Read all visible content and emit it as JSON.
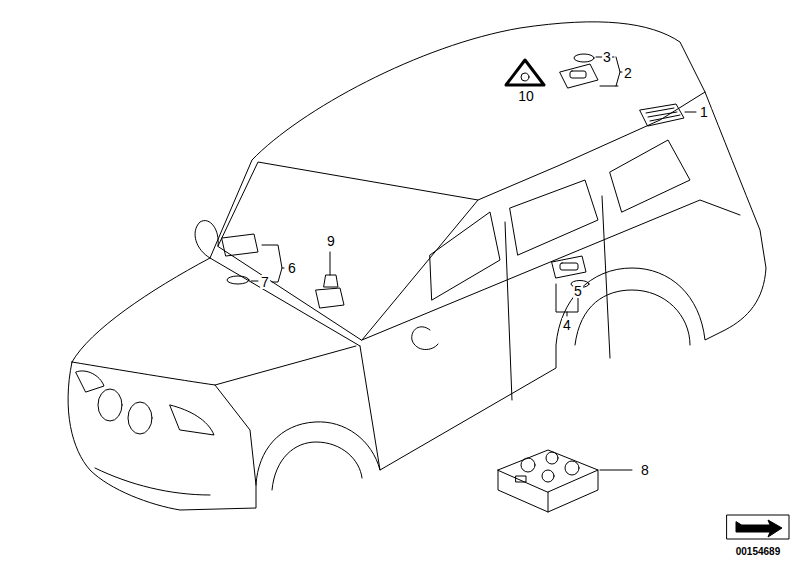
{
  "diagram": {
    "labels": [
      "3",
      "2",
      "10",
      "1",
      "9",
      "6",
      "7",
      "5",
      "4",
      "8",
      "00154689"
    ]
  }
}
